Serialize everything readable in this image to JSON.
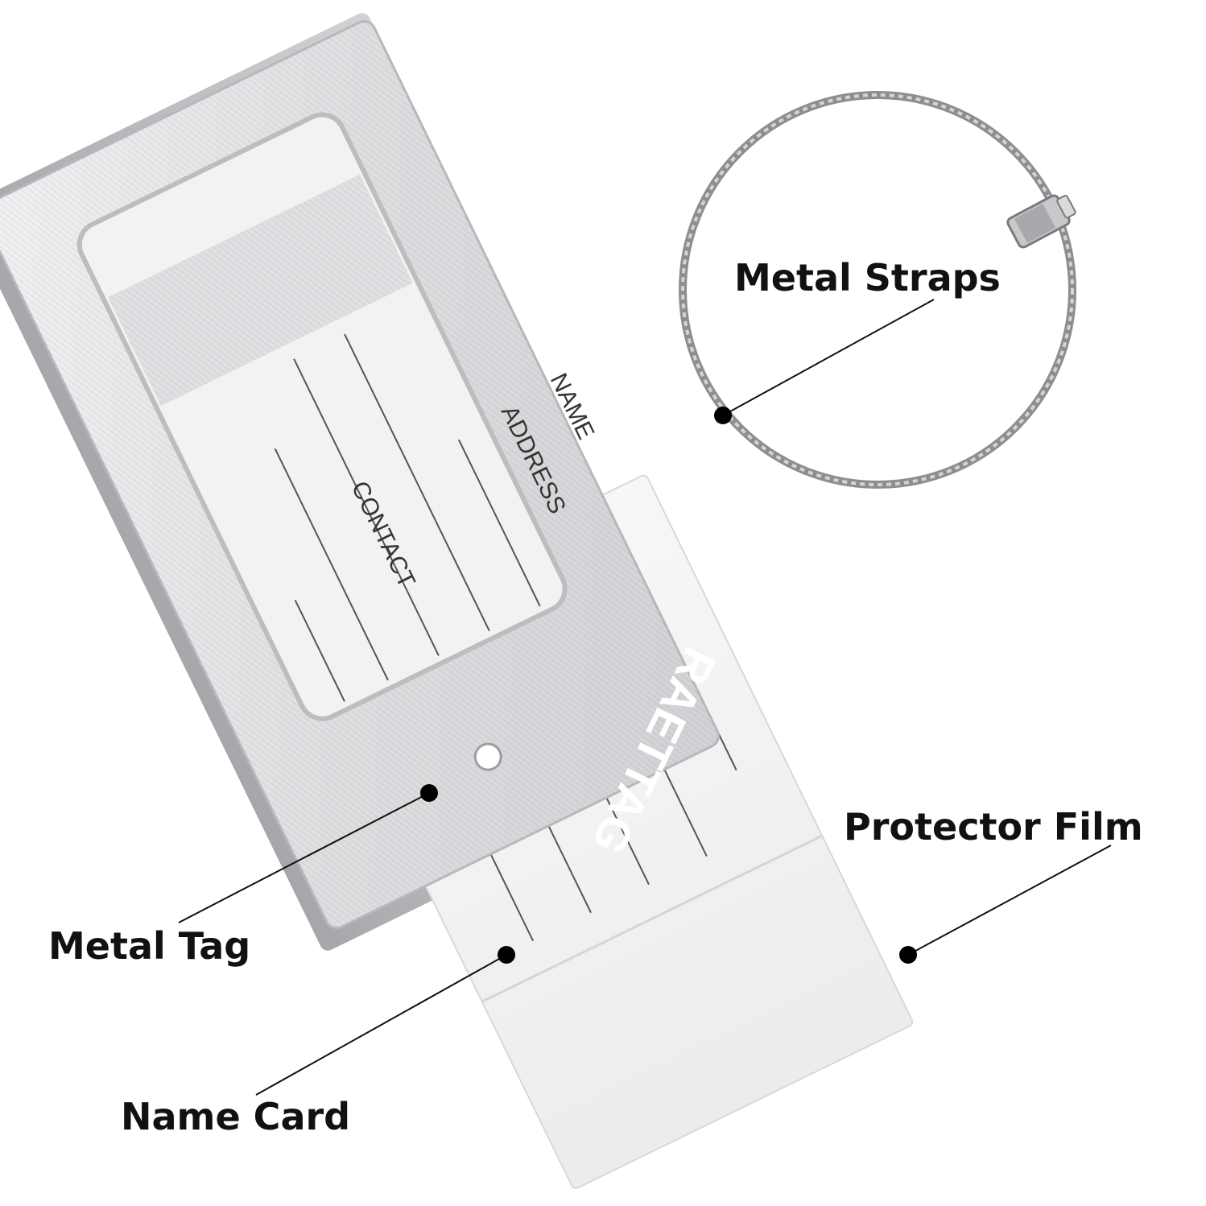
{
  "callouts": {
    "metal_straps": "Metal Straps",
    "protector_film": "Protector Film",
    "metal_tag": "Metal Tag",
    "name_card": "Name Card"
  },
  "card": {
    "field_name": "NAME",
    "field_address": "ADDRESS",
    "field_contact": "CONTACT"
  },
  "brand": {
    "engraving": "RAETTAG"
  },
  "colors": {
    "metal_light": "#e4e4e6",
    "metal_dark": "#9a9a9e",
    "card_white": "#f4f4f4",
    "label_text": "#111111",
    "dot": "#000000"
  }
}
